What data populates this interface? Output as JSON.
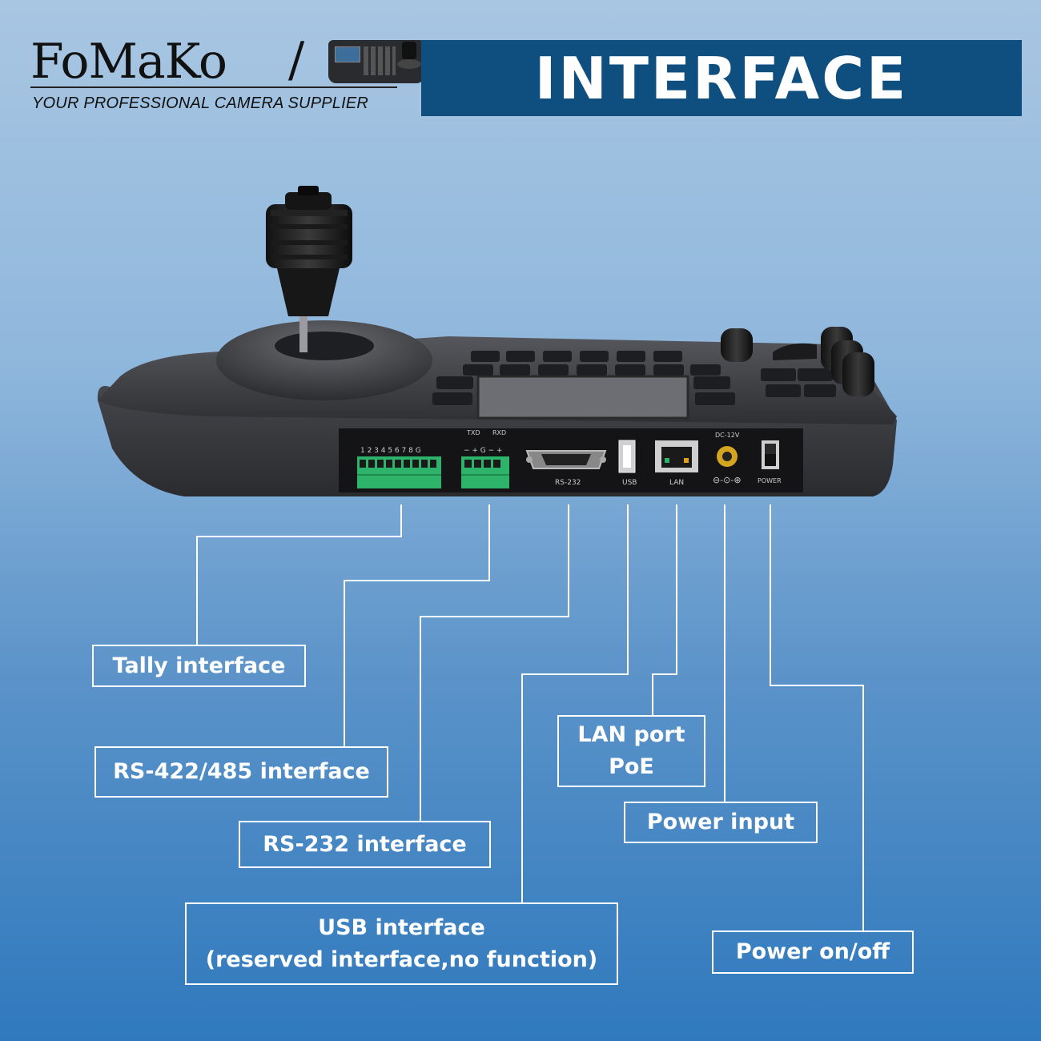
{
  "brand": {
    "name": "FoMaKo",
    "slash": "/",
    "tagline": "YOUR PROFESSIONAL CAMERA SUPPLIER"
  },
  "banner": {
    "title": "INTERFACE"
  },
  "device_panel": {
    "tally_pins": "1 2 3 4 5 6 7 8 G",
    "txd": "TXD",
    "rxd": "RXD",
    "rs485_pins": "− + G − +",
    "rs232": "RS-232",
    "usb": "USB",
    "lan": "LAN",
    "dc": "DC-12V",
    "power": "POWER"
  },
  "labels": {
    "tally": "Tally interface",
    "rs422": "RS-422/485 interface",
    "rs232": "RS-232 interface",
    "usb_line1": "USB interface",
    "usb_line2": "(reserved interface,no function)",
    "lan_line1": "LAN port",
    "lan_line2": "PoE",
    "power_input": "Power input",
    "power_onoff": "Power on/off"
  },
  "colors": {
    "banner": "#0f4f80",
    "device_body": "#3a3b3f",
    "terminal_green": "#2db36a",
    "label_text": "#ffffff"
  }
}
